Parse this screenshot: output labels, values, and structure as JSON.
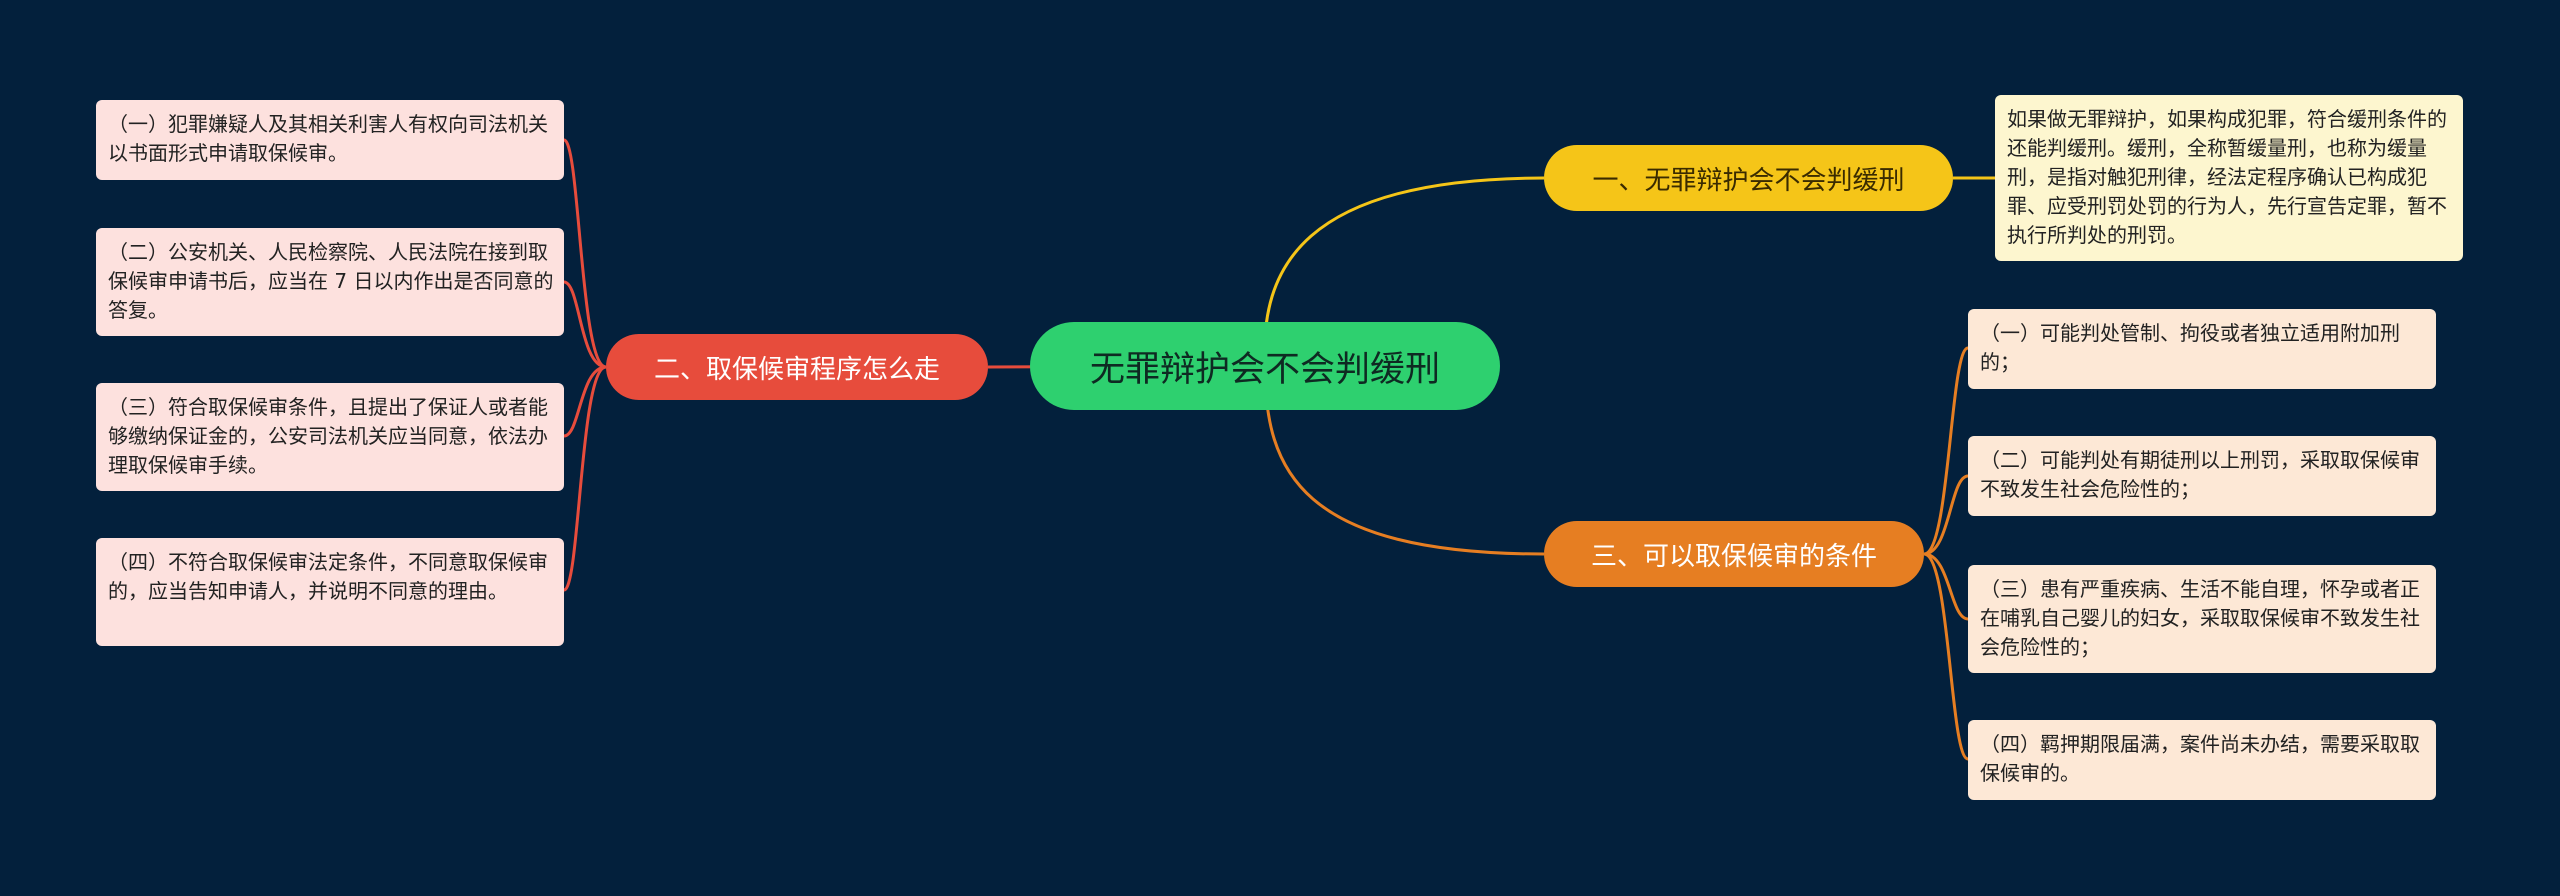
{
  "root": {
    "label": "无罪辩护会不会判缓刑"
  },
  "branches": {
    "b1": {
      "label": "一、无罪辩护会不会判缓刑",
      "items": [
        "如果做无罪辩护，如果构成犯罪，符合缓刑条件的还能判缓刑。缓刑，全称暂缓量刑，也称为缓量刑，是指对触犯刑律，经法定程序确认已构成犯罪、应受刑罚处罚的行为人，先行宣告定罪，暂不执行所判处的刑罚。"
      ]
    },
    "b2": {
      "label": "二、取保候审程序怎么走",
      "items": [
        "（一）犯罪嫌疑人及其相关利害人有权向司法机关以书面形式申请取保候审。",
        "（二）公安机关、人民检察院、人民法院在接到取保候审申请书后，应当在 7 日以内作出是否同意的答复。",
        "（三）符合取保候审条件，且提出了保证人或者能够缴纳保证金的，公安司法机关应当同意，依法办理取保候审手续。",
        "（四）不符合取保候审法定条件，不同意取保候审的，应当告知申请人，并说明不同意的理由。"
      ]
    },
    "b3": {
      "label": "三、可以取保候审的条件",
      "items": [
        "（一）可能判处管制、拘役或者独立适用附加刑的；",
        "（二）可能判处有期徒刑以上刑罚，采取取保候审不致发生社会危险性的；",
        "（三）患有严重疾病、生活不能自理，怀孕或者正在哺乳自己婴儿的妇女，采取取保候审不致发生社会危险性的；",
        "（四）羁押期限届满，案件尚未办结，需要采取取保候审的。"
      ]
    }
  },
  "colors": {
    "background": "#03203c",
    "root": "#2ed06f",
    "branch1": "#f5c518",
    "branch2": "#e74c3c",
    "branch3": "#e67e22"
  }
}
